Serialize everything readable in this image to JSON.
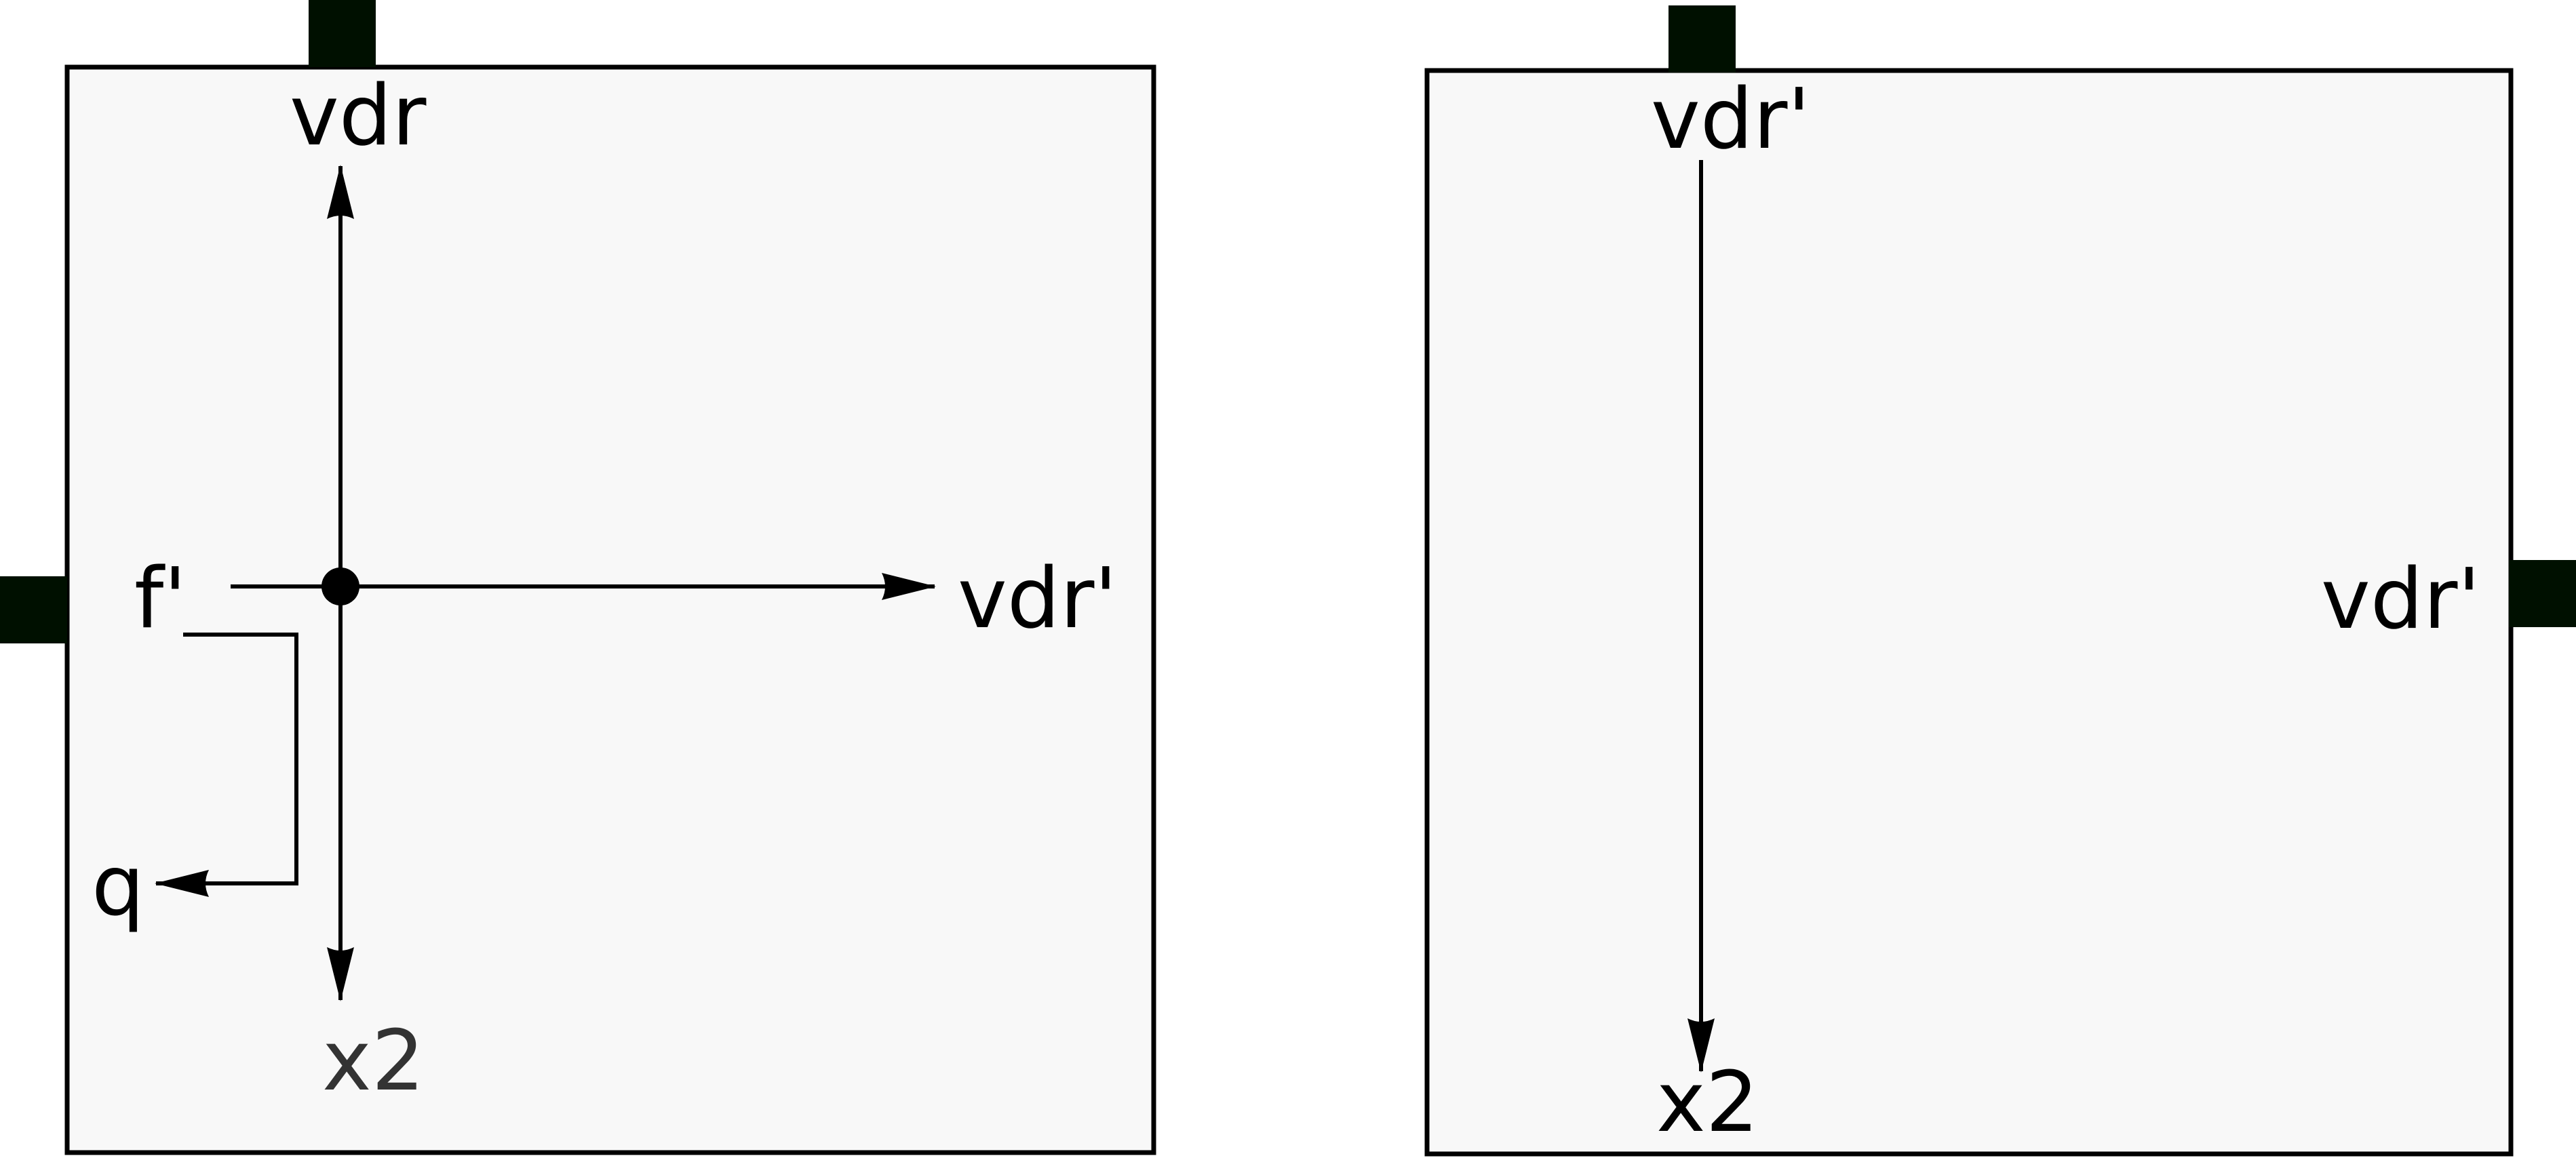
{
  "left_panel": {
    "top_label": "vdr",
    "right_label": "vdr'",
    "left_label": "f'",
    "bottom_left_label": "q",
    "bottom_label": "x2"
  },
  "right_panel": {
    "top_label": "vdr'",
    "right_label": "vdr'",
    "bottom_label": "x2"
  },
  "colors": {
    "panel_fill": "#f8f8f8",
    "panel_border": "#000000",
    "port_fill": "#001000",
    "wire": "#000000"
  }
}
